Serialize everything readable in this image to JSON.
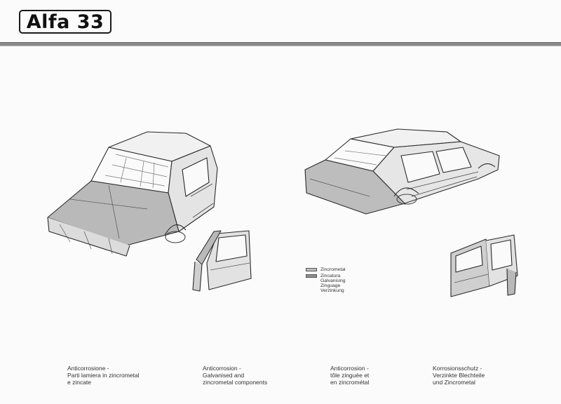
{
  "title": "Alfa 33",
  "legend": [
    {
      "key": "zincrometal",
      "swatch_color": "#bdbdbd",
      "labels": [
        "Zincrometal"
      ]
    },
    {
      "key": "galvanising",
      "swatch_color": "#8f8f8f",
      "labels": [
        "Zincatura",
        "Galvanising",
        "Zinguage",
        "Verzinkung"
      ]
    }
  ],
  "captions": [
    {
      "lines": [
        "Anticorrosione -",
        "Parti lamiera in zincrometal",
        "e zincate"
      ]
    },
    {
      "lines": [
        "Anticorrosion -",
        "Galvanised and",
        "zincrometal components"
      ]
    },
    {
      "lines": [
        "Anticorrosion -",
        "tôle zinguée et",
        "en zincrométal"
      ]
    },
    {
      "lines": [
        "Korrosionsschutz -",
        "Verzinkte Blechteile",
        "und Zincrometal"
      ]
    }
  ]
}
